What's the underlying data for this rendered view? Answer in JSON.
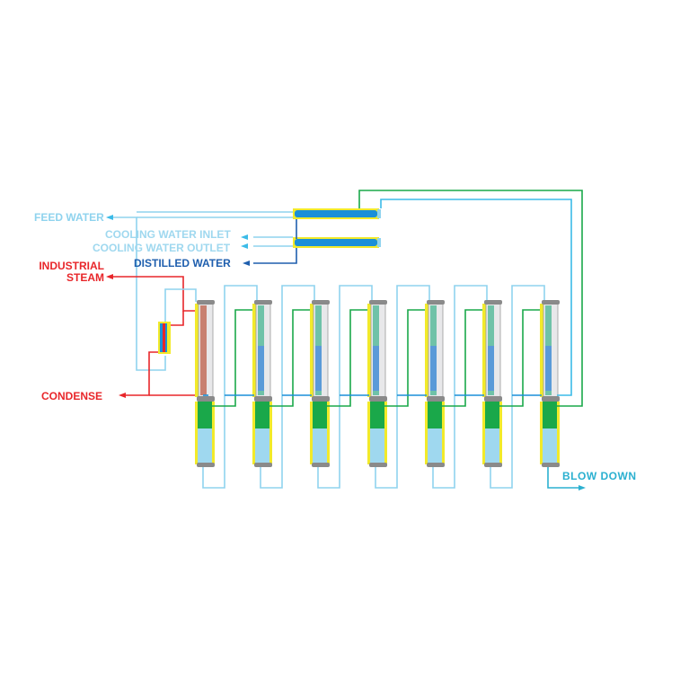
{
  "labels": {
    "feed_water": "FEED WATER",
    "cooling_water_inlet": "COOLING WATER INLET",
    "cooling_water_outlet": "COOLING WATER OUTLET",
    "distilled_water": "DISTILLED WATER",
    "industrial_steam_1": "INDUSTRIAL",
    "industrial_steam_2": "STEAM",
    "condense": "CONDENSE",
    "blow_down": "BLOW DOWN"
  },
  "colors": {
    "light_blue": "#8fd3ee",
    "blue": "#1a8fd8",
    "dark_blue": "#1f5fae",
    "red": "#e8262a",
    "green": "#1aa84a",
    "yellow": "#f2ea2a",
    "teal": "#2bb0d0"
  },
  "effect_columns": 7
}
